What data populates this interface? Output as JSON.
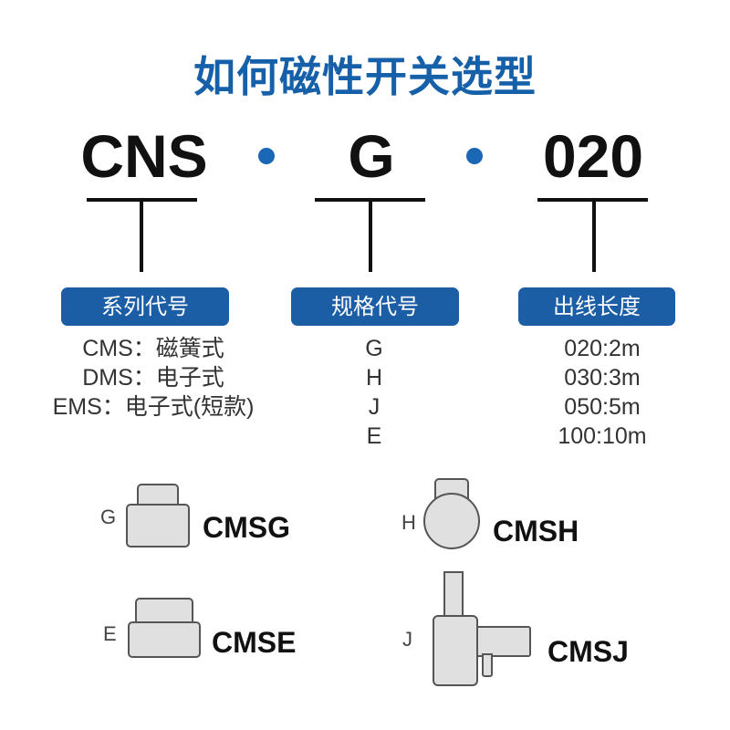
{
  "title": "如何磁性开关选型",
  "codes": {
    "series": "CNS",
    "spec": "G",
    "length": "020"
  },
  "tags": {
    "series": "系列代号",
    "spec": "规格代号",
    "length": "出线长度"
  },
  "series_options": [
    "CMS：磁簧式",
    "DMS：电子式",
    "EMS：电子式(短款)"
  ],
  "spec_options": [
    "G",
    "H",
    "J",
    "E"
  ],
  "length_options": [
    "020:2m",
    "030:3m",
    "050:5m",
    "100:10m"
  ],
  "diagrams": [
    {
      "letter": "G",
      "model": "CMSG",
      "icon": "cmsg-sensor-icon"
    },
    {
      "letter": "H",
      "model": "CMSH",
      "icon": "cmsh-sensor-icon"
    },
    {
      "letter": "E",
      "model": "CMSE",
      "icon": "cmse-sensor-icon"
    },
    {
      "letter": "J",
      "model": "CMSJ",
      "icon": "cmsj-sensor-icon"
    }
  ],
  "colors": {
    "title": "#1560a8",
    "tag_bg": "#1b5ea6",
    "dot": "#1a67b5",
    "text": "#333333"
  }
}
